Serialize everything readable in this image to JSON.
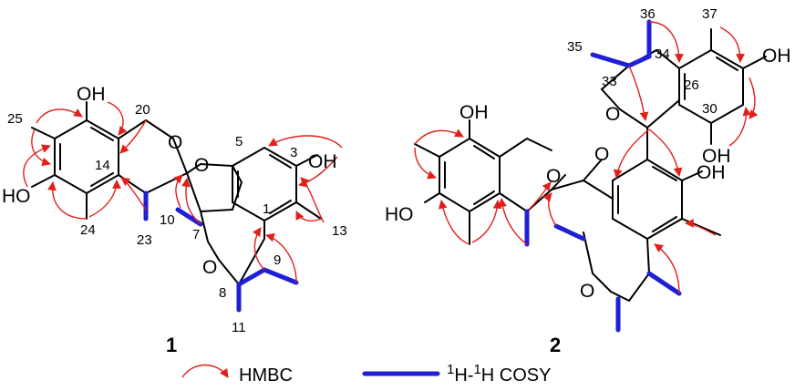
{
  "colors": {
    "hmbc": "#e0201b",
    "cosy": "#1f1fd6",
    "bond": "#000000"
  },
  "compound1": {
    "label": "1",
    "atoms": {
      "oh_top": "OH",
      "oh_right": "OH",
      "ho_left": "HO",
      "o_ring": "O",
      "o_pyran": "O",
      "o_lower": "O"
    },
    "numbers": {
      "n25": "25",
      "n20": "20",
      "n5": "5",
      "n3": "3",
      "n14": "14",
      "n1": "1",
      "n13": "13",
      "n24": "24",
      "n23": "23",
      "n10": "10",
      "n7": "7",
      "n9": "9",
      "n8": "8",
      "n11": "11"
    }
  },
  "compound2": {
    "label": "2",
    "atoms": {
      "oh_a": "OH",
      "ho_a": "HO",
      "o_a": "O",
      "o_b": "O",
      "oh_b": "OH",
      "o_c": "O",
      "o_d": "O",
      "oh_c": "OH",
      "oh_d": "OH"
    },
    "numbers": {
      "n36": "36",
      "n37": "37",
      "n35": "35",
      "n34": "34",
      "n26": "26",
      "n33": "33",
      "n30": "30"
    }
  },
  "legend": {
    "hmbc": "HMBC",
    "cosy_sup1": "1",
    "cosy_h1": "H-",
    "cosy_sup2": "1",
    "cosy_h2": "H COSY"
  }
}
